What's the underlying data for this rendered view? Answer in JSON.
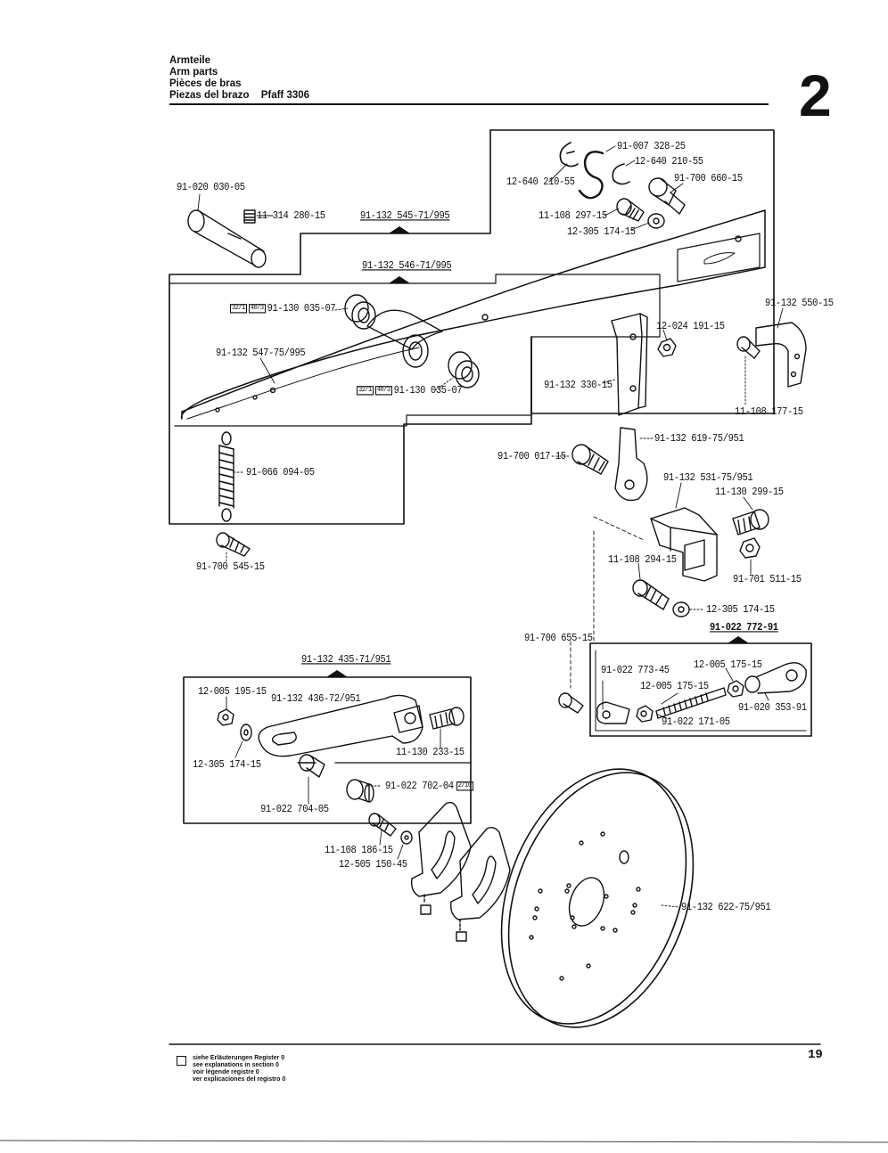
{
  "header": {
    "line1": "Armteile",
    "line2": "Arm parts",
    "line3": "Pièces de bras",
    "line4_prefix": "Piezas del brazo",
    "line4_model": "Pfaff 3306"
  },
  "chapter_number": "2",
  "page_number": "19",
  "footnote": {
    "line1": "siehe Erläuterungen Register 0",
    "line2": "see explanations in section 0",
    "line3": "voir légende registre 0",
    "line4": "ver explicaciones del registro 0"
  },
  "groups": {
    "g1": "91-132 545-71/995",
    "g2": "91-132 546-71/995",
    "g3": "91-132 435-71/951",
    "g4": "91-022 772-91"
  },
  "badges": {
    "b1": "32/1",
    "b2": "40/3",
    "b3": "2/10"
  },
  "parts": {
    "p01": "91-007 328-25",
    "p02": "12-640 210-55",
    "p03": "12-640 210-55",
    "p04": "91-700 660-15",
    "p05": "91-020 030-05",
    "p06": "11-314 280-15",
    "p07": "11-108 297-15",
    "p08": "12-305 174-15",
    "p09": "91-132 550-15",
    "p10": "91-130 035-07",
    "p11": "12-024 191-15",
    "p12": "91-132 547-75/995",
    "p13": "91-130 035-07",
    "p14": "91-132 330-15",
    "p15": "11-108 177-15",
    "p16": "91-132 619-75/951",
    "p17": "91-700 017-15",
    "p18": "91-066 094-05",
    "p19": "91-132 531-75/951",
    "p20": "11-130 299-15",
    "p21": "91-700 545-15",
    "p22": "11-108 294-15",
    "p23": "91-701 511-15",
    "p24": "12-305 174-15",
    "p25": "91-700 655-15",
    "p26": "12-005 195-15",
    "p27": "91-132 436-72/951",
    "p28": "91-022 773-45",
    "p29": "12-005 175-15",
    "p30": "12-005 175-15",
    "p31": "91-020 353-91",
    "p32": "91-022 171-05",
    "p33": "11-130 233-15",
    "p34": "12-305 174-15",
    "p35": "91-022 702-04",
    "p36": "91-022 704-05",
    "p37": "11-108 186-15",
    "p38": "12-505 150-45",
    "p39": "91-132 622-75/951"
  }
}
